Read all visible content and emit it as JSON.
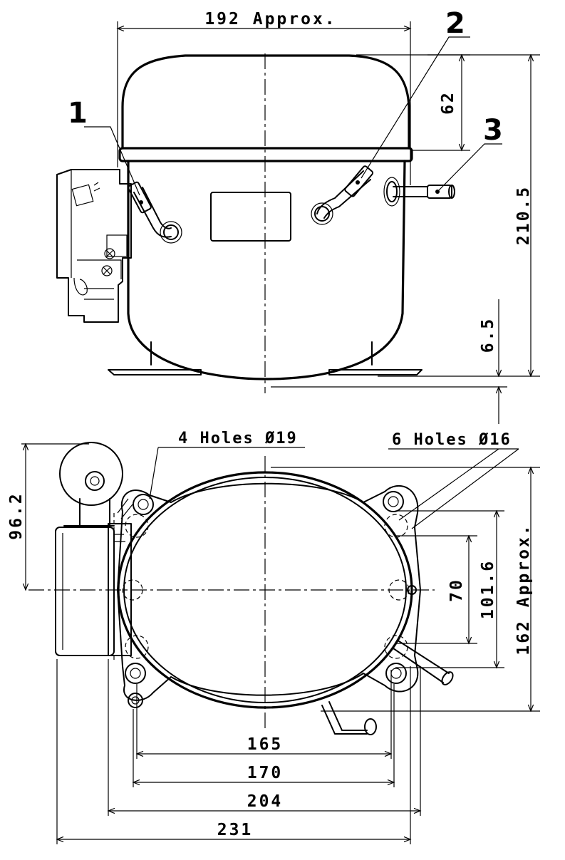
{
  "callouts": [
    "1",
    "2",
    "3"
  ],
  "side_view": {
    "width_label": "192 Approx.",
    "dome_height_label": "62",
    "total_height_label": "210.5",
    "foot_height_label": "6.5"
  },
  "top_view": {
    "left_holes_label": "4 Holes Ø19",
    "right_holes_label": "6 Holes Ø16",
    "terminal_offset_label": "96.2",
    "inner_spacing_label": "70",
    "outer_spacing_label": "101.6",
    "depth_label": "162 Approx.",
    "dim_165": "165",
    "dim_170": "170",
    "dim_204": "204",
    "dim_231": "231"
  }
}
